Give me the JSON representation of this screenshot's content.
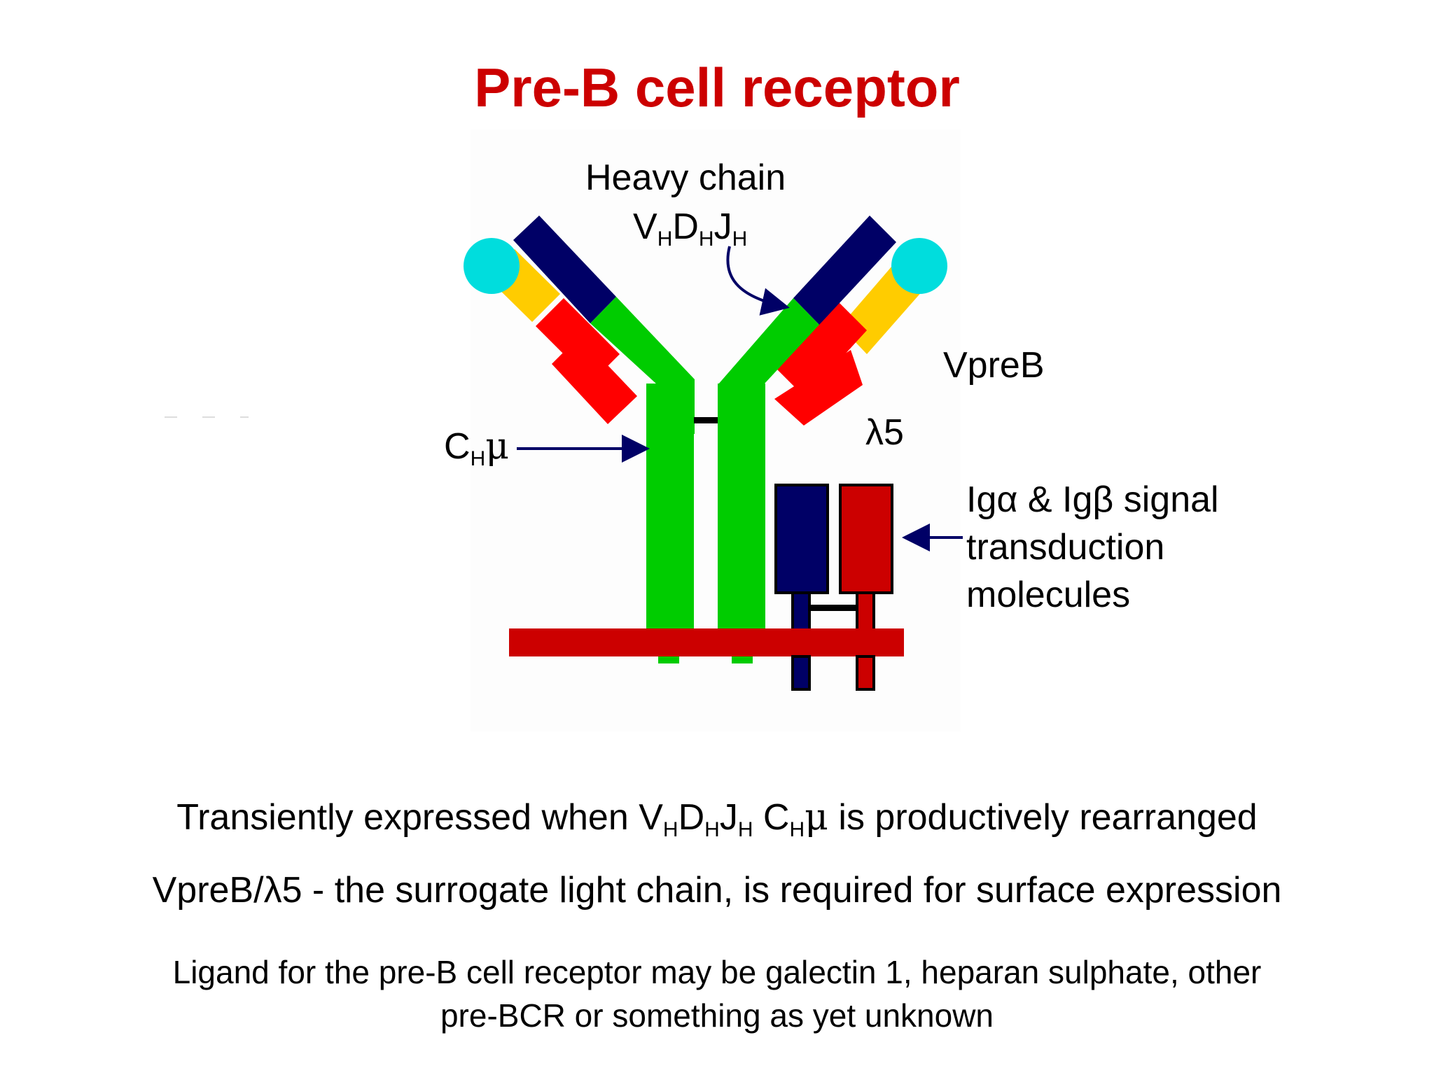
{
  "title": "Pre-B cell receptor",
  "labels": {
    "heavy_chain": "Heavy chain",
    "vdj": {
      "v": "V",
      "v_sub": "H",
      "d": "D",
      "d_sub": "H",
      "j": "J",
      "j_sub": "H"
    },
    "chmu": {
      "c": "C",
      "c_sub": "H",
      "mu": "μ"
    },
    "vpreb": "VpreB",
    "lambda5": "λ5",
    "ig_signal": {
      "line1": "Igα & Igβ signal",
      "line2": "transduction",
      "line3": "molecules"
    }
  },
  "statements": {
    "line1": {
      "before": "Transiently expressed when ",
      "v": "V",
      "v_sub": "H",
      "d": "D",
      "d_sub": "H",
      "j": "J",
      "j_sub": "H",
      "c": " C",
      "c_sub": "H",
      "mu": "μ",
      "after": " is productively rearranged"
    },
    "line2": "VpreB/λ5 - the surrogate light chain, is required for surface expression",
    "line3a": "Ligand for the pre-B cell receptor may be galectin 1, heparan sulphate, other",
    "line3b": "pre-BCR or something as yet unknown"
  },
  "colors": {
    "title": "#cc0000",
    "heavy_chain_constant": "#00cc00",
    "heavy_chain_variable": "#000066",
    "vpreb": "#ffcc00",
    "lambda5": "#ff0000",
    "vpreb_tip": "#00dddd",
    "membrane": "#cc0000",
    "ig_alpha": "#000066",
    "ig_beta": "#cc0000",
    "arrow": "#000066"
  }
}
